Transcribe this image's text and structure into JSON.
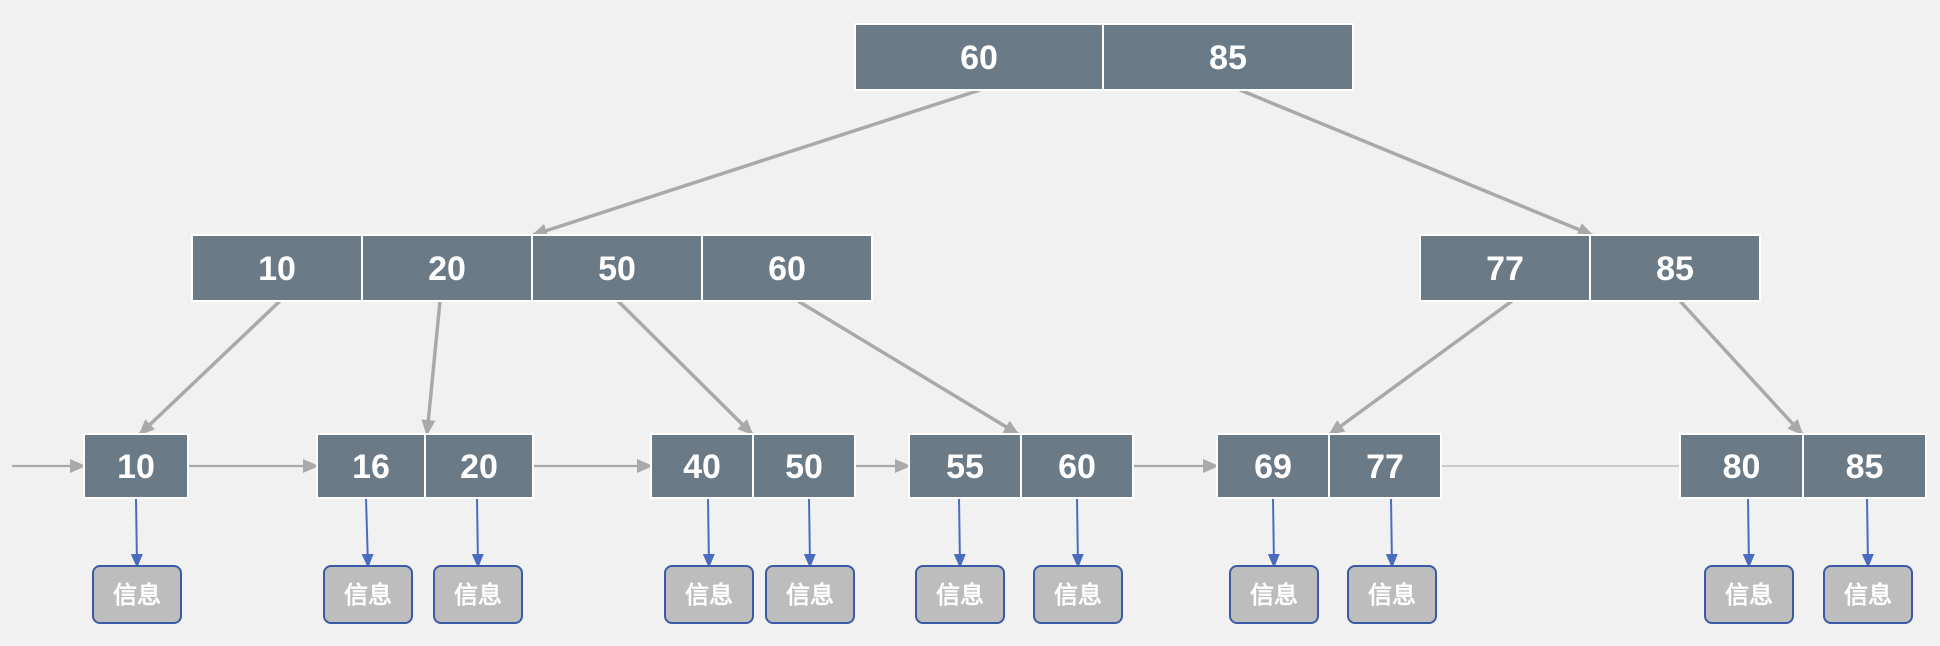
{
  "tree": {
    "root": [
      "60",
      "85"
    ],
    "internal": [
      [
        "10",
        "20",
        "50",
        "60"
      ],
      [
        "77",
        "85"
      ]
    ],
    "leaves": [
      [
        "10"
      ],
      [
        "16",
        "20"
      ],
      [
        "40",
        "50"
      ],
      [
        "55",
        "60"
      ],
      [
        "69",
        "77"
      ],
      [
        "80",
        "85"
      ]
    ],
    "info_label": "信息"
  },
  "colors": {
    "background": "#f1f1f1",
    "node_fill": "#6b7a87",
    "node_text": "#ffffff",
    "info_fill": "#bdbdbd",
    "info_border": "#3b5aa6",
    "pointer_arrow": "#a9a9a9",
    "info_arrow": "#4a6cc0"
  }
}
